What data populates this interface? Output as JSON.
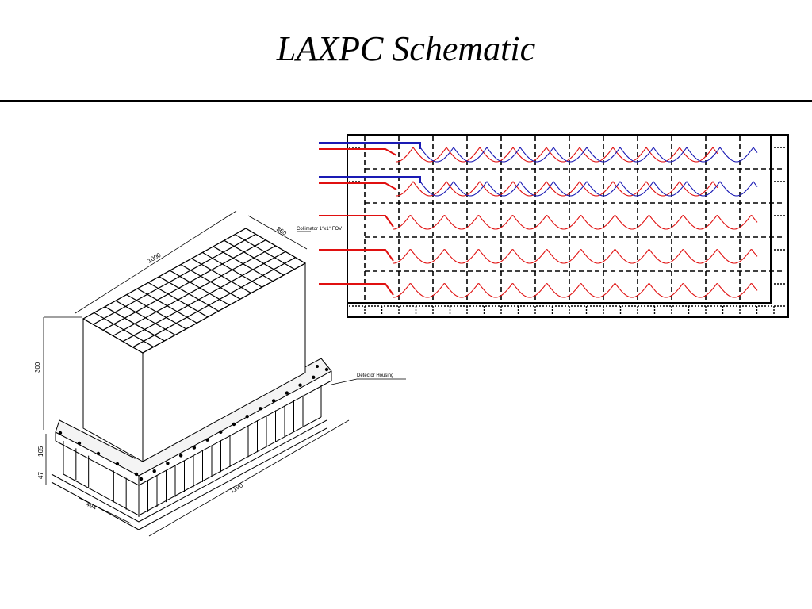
{
  "slide": {
    "title": "LAXPC Schematic"
  },
  "drawing": {
    "dim_length": "1000",
    "dim_width": "360",
    "dim_height": "300",
    "dim_housing_height": "165",
    "dim_base": "47",
    "dim_base_width": "494",
    "dim_base_length": "1190",
    "label_collimator": "Collimator 1°x1° FOV",
    "label_housing": "Detector Housing"
  },
  "schematic": {
    "anode_rows": 5,
    "dual_layer_rows": 2,
    "colors": {
      "red": "#e01010",
      "blue": "#1a1ab4",
      "frame": "#000000"
    }
  }
}
